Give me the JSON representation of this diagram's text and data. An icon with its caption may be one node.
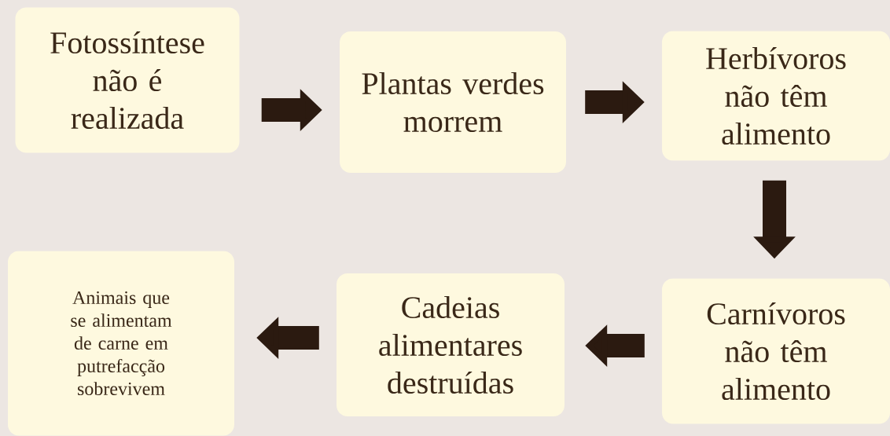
{
  "diagram": {
    "nodes": [
      {
        "text": [
          "Fotossíntese não é realizada"
        ]
      },
      {
        "text": [
          "Plantas verdes morrem"
        ]
      },
      {
        "text": [
          "Herbívoros não têm alimento"
        ]
      },
      {
        "text": [
          "Carnívoros não têm alimento"
        ]
      },
      {
        "text": [
          "Cadeias alimentares destruídas"
        ]
      },
      {
        "text": [
          "Animais que se alimentam de carne em putrefacção sobrevivem"
        ]
      }
    ],
    "edges": [
      {
        "from": 0,
        "to": 1,
        "arrow": "to"
      },
      {
        "from": 1,
        "to": 2,
        "arrow": "to"
      },
      {
        "from": 2,
        "to": 3,
        "arrow": "to"
      },
      {
        "from": 3,
        "to": 4,
        "arrow": "to"
      },
      {
        "from": 4,
        "to": 5,
        "arrow": "to"
      }
    ]
  }
}
